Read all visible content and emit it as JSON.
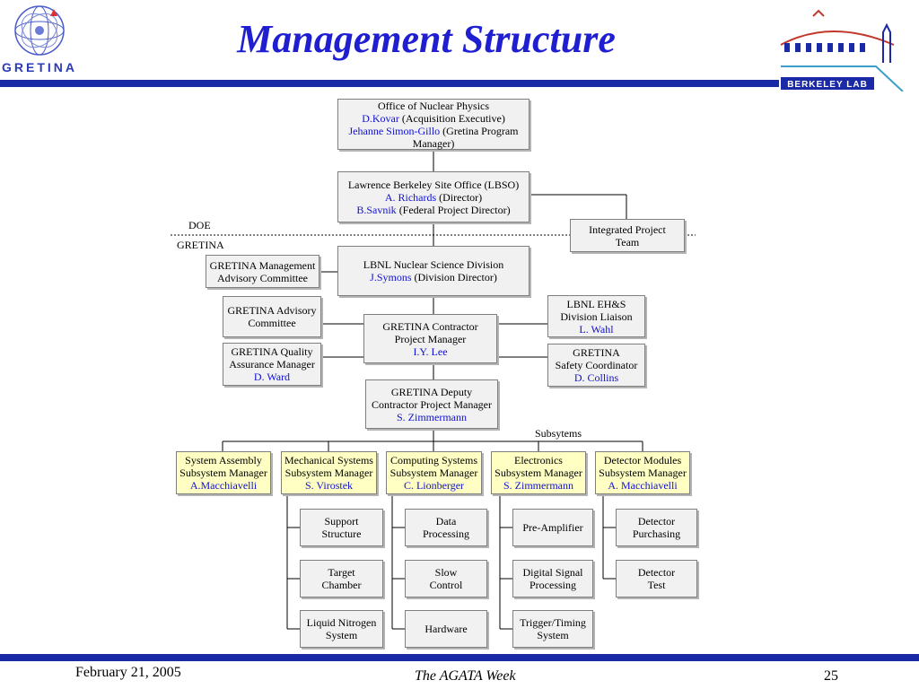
{
  "slide": {
    "title": "Management Structure"
  },
  "labels": {
    "doe": "DOE",
    "gretina": "GRETINA",
    "subsystems": "Subsytems"
  },
  "logos": {
    "gretina_text": "GRETINA",
    "berkeley_text": "BERKELEY LAB"
  },
  "boxes": {
    "onp": {
      "l1": "Office of Nuclear Physics",
      "n1": "D.Kovar",
      "t1": " (Acquisition Executive)",
      "n2": "Jehanne Simon-Gillo",
      "t2": " (Gretina Program",
      "l4": "Manager)"
    },
    "lbso": {
      "l1": "Lawrence Berkeley Site Office (LBSO)",
      "n1": "A. Richards",
      "t1": " (Director)",
      "n2": "B.Savnik",
      "t2": " (Federal Project Director)"
    },
    "ipt": {
      "l1": "Integrated Project",
      "l2": "Team"
    },
    "nsd": {
      "l1": "LBNL Nuclear Science Division",
      "n1": "J.Symons",
      "t1": " (Division Director)"
    },
    "mac": {
      "l1": "GRETINA Management",
      "l2": "Advisory Committee"
    },
    "gac": {
      "l1": "GRETINA Advisory",
      "l2": "Committee"
    },
    "qam": {
      "l1": "GRETINA Quality",
      "l2": "Assurance Manager",
      "n": "D. Ward"
    },
    "cpm": {
      "l1": "GRETINA Contractor",
      "l2": "Project Manager",
      "n": "I.Y. Lee"
    },
    "ehs": {
      "l1": "LBNL EH&S",
      "l2": "Division Liaison",
      "n": "L. Wahl"
    },
    "safety": {
      "l1": "GRETINA",
      "l2": "Safety Coordinator",
      "n": "D. Collins"
    },
    "deputy": {
      "l1": "GRETINA Deputy",
      "l2": "Contractor Project Manager",
      "n": "S. Zimmermann"
    },
    "sys_assembly": {
      "l1": "System Assembly",
      "l2": "Subsystem Manager",
      "n": "A.Macchiavelli"
    },
    "mech": {
      "l1": "Mechanical Systems",
      "l2": "Subsystem Manager",
      "n": "S. Virostek"
    },
    "comp": {
      "l1": "Computing Systems",
      "l2": "Subsystem Manager",
      "n": "C. Lionberger"
    },
    "elec": {
      "l1": "Electronics",
      "l2": "Subsystem Manager",
      "n": "S. Zimmermann"
    },
    "det": {
      "l1": "Detector Modules",
      "l2": "Subsystem Manager",
      "n": "A. Macchiavelli"
    },
    "support": {
      "l1": "Support",
      "l2": "Structure"
    },
    "target": {
      "l1": "Target",
      "l2": "Chamber"
    },
    "ln2": {
      "l1": "Liquid Nitrogen",
      "l2": "System"
    },
    "data_proc": {
      "l1": "Data",
      "l2": "Processing"
    },
    "slow": {
      "l1": "Slow",
      "l2": "Control"
    },
    "hardware": {
      "l1": "Hardware"
    },
    "preamp": {
      "l1": "Pre-Amplifier"
    },
    "dsp": {
      "l1": "Digital Signal",
      "l2": "Processing"
    },
    "trigger": {
      "l1": "Trigger/Timing",
      "l2": "System"
    },
    "purchasing": {
      "l1": "Detector",
      "l2": "Purchasing"
    },
    "test": {
      "l1": "Detector",
      "l2": "Test"
    }
  },
  "footer": {
    "date": "February 21, 2005",
    "event": "The AGATA Week",
    "page": "25"
  },
  "colors": {
    "title_blue": "#1f1fd1",
    "rule_blue": "#1a2aa6",
    "name_blue": "#1010d4",
    "box_gray": "#f1f1f1",
    "box_yellow": "#ffffc4"
  }
}
